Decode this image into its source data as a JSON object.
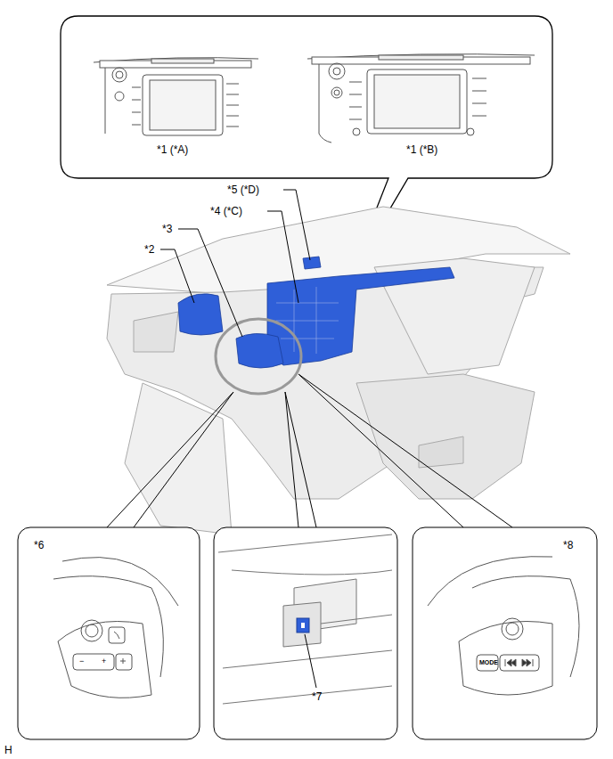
{
  "diagram": {
    "labels": [
      "*1 (*A)",
      "*1 (*B)",
      "*5 (*D)",
      "*4 (*C)",
      "*3",
      "*2",
      "*6",
      "−",
      "+",
      "MODE",
      "*7",
      "*8",
      "H"
    ]
  }
}
